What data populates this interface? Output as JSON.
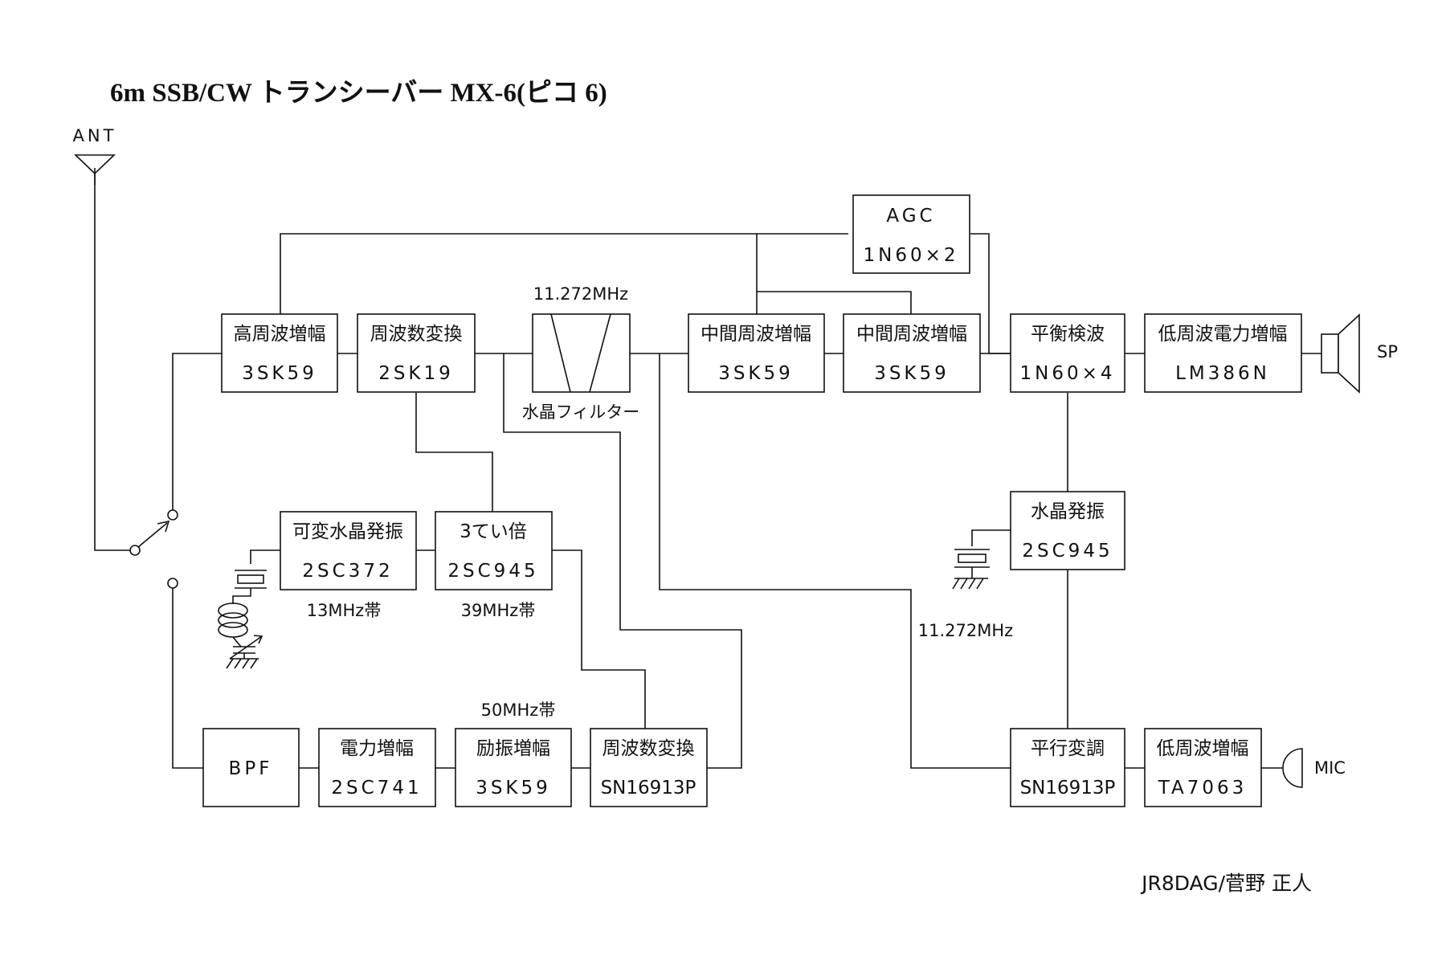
{
  "title": "6m SSB/CW トランシーバー  MX-6(ピコ 6)",
  "author": "JR8DAG/菅野 正人",
  "labels": {
    "ant": "ANT",
    "sp": "SP",
    "mic": "MIC",
    "xtal_filter_freq": "11.272MHz",
    "xtal_filter_name": "水晶フィルター",
    "vxo_band": "13MHz帯",
    "tripler_band": "39MHz帯",
    "tx_band": "50MHz帯",
    "carrier_freq": "11.272MHz"
  },
  "blocks": {
    "agc": {
      "name": "AGC",
      "part": "1N60×2"
    },
    "rf_amp": {
      "name": "高周波増幅",
      "part": "3SK59"
    },
    "rx_mixer": {
      "name": "周波数変換",
      "part": "2SK19"
    },
    "if_amp1": {
      "name": "中間周波増幅",
      "part": "3SK59"
    },
    "if_amp2": {
      "name": "中間周波増幅",
      "part": "3SK59"
    },
    "detector": {
      "name": "平衡検波",
      "part": "1N60×4"
    },
    "af_power": {
      "name": "低周波電力増幅",
      "part": "LM386N"
    },
    "vxo": {
      "name": "可変水晶発振",
      "part": "2SC372"
    },
    "tripler": {
      "name": "3てい倍",
      "part": "2SC945"
    },
    "carrier_osc": {
      "name": "水晶発振",
      "part": "2SC945"
    },
    "bpf": {
      "name": "BPF"
    },
    "power_amp": {
      "name": "電力増幅",
      "part": "2SC741"
    },
    "driver": {
      "name": "励振増幅",
      "part": "3SK59"
    },
    "tx_mixer": {
      "name": "周波数変換",
      "part": "SN16913P"
    },
    "balanced_mod": {
      "name": "平行変調",
      "part": "SN16913P"
    },
    "af_amp": {
      "name": "低周波増幅",
      "part": "TA7063"
    }
  }
}
